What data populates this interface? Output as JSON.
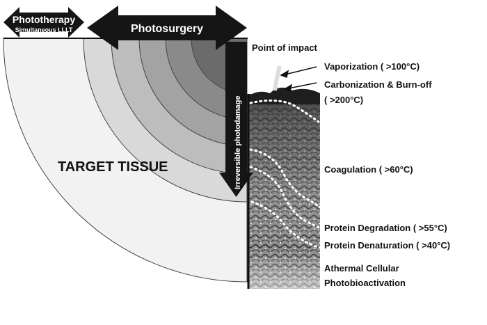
{
  "arrows": {
    "phototherapy": "Phototherapy",
    "phototherapy_sub": "Simultaneous LLLT",
    "photosurgery": "Photosurgery",
    "irreversible": "Irreversible photodamage"
  },
  "tissue_label": "TARGET TISSUE",
  "point_of_impact": "Point of impact",
  "zones": {
    "vaporization": "Vaporization ( >100°C)",
    "carbonization_line1": "Carbonization & Burn-off",
    "carbonization_line2": "( >200°C)",
    "coagulation": "Coagulation ( >60°C)",
    "protein_degradation": "Protein Degradation ( >55°C)",
    "protein_denaturation": "Protein Denaturation ( >40°C)",
    "athermal_line1": "Athermal Cellular",
    "athermal_line2": "Photobioactivation"
  },
  "colors": {
    "ring_outer": "#f2f2f2",
    "ring_2": "#d9d9d9",
    "ring_3": "#bdbdbd",
    "ring_4": "#a3a3a3",
    "ring_5": "#8a8a8a",
    "ring_core": "#6b6b6b",
    "arrow_fill": "#151515"
  }
}
